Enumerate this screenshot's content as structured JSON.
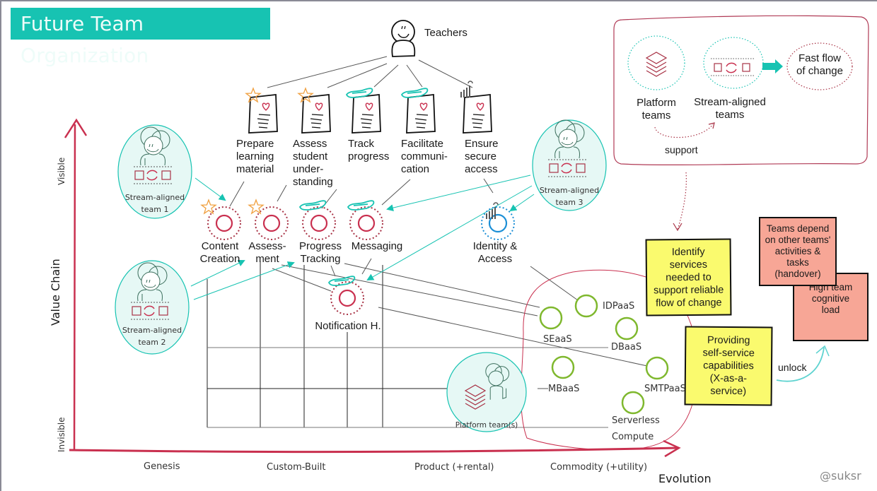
{
  "title": "Future Team Organization",
  "user": {
    "label": "Teachers",
    "icon": "person-icon"
  },
  "needs": [
    {
      "label": "Prepare learning material",
      "lines": [
        "Prepare",
        "learning",
        "material"
      ],
      "icon": "star-icon"
    },
    {
      "label": "Assess student understanding",
      "lines": [
        "Assess",
        "student",
        "under-",
        "standing"
      ],
      "icon": "star-icon"
    },
    {
      "label": "Track progress",
      "lines": [
        "Track",
        "progress"
      ],
      "icon": "hand-icon"
    },
    {
      "label": "Facilitate communication",
      "lines": [
        "Facilitate",
        "communi-",
        "cation"
      ],
      "icon": "hand-icon"
    },
    {
      "label": "Ensure secure access",
      "lines": [
        "Ensure",
        "secure",
        "access"
      ],
      "icon": "wrench-icon"
    }
  ],
  "components": [
    {
      "lines": [
        "Content",
        "Creation"
      ]
    },
    {
      "lines": [
        "Assess-",
        "ment"
      ]
    },
    {
      "lines": [
        "Progress",
        "Tracking"
      ]
    },
    {
      "lines": [
        "Messaging"
      ]
    },
    {
      "lines": [
        "Identity &",
        "Access"
      ]
    },
    {
      "lines": [
        "Notification H."
      ]
    }
  ],
  "teams": {
    "stream1": [
      "Stream-aligned",
      "team 1"
    ],
    "stream2": [
      "Stream-aligned",
      "team 2"
    ],
    "stream3": [
      "Stream-aligned",
      "team 3"
    ],
    "platform": "Platform team(s)"
  },
  "services": [
    "IDPaaS",
    "SEaaS",
    "DBaaS",
    "MBaaS",
    "SMTPaaS",
    "Serverless",
    "Compute"
  ],
  "legend": {
    "platform": [
      "Platform",
      "teams"
    ],
    "stream": [
      "Stream-aligned",
      "teams"
    ],
    "fast": [
      "Fast flow",
      "of change"
    ],
    "support": "support"
  },
  "stickies": {
    "identify": [
      "Identify",
      "services",
      "needed to",
      "support reliable",
      "flow of change"
    ],
    "providing": [
      "Providing",
      "self-service",
      "capabilities",
      "(X-as-a-",
      "service)"
    ],
    "depend": [
      "Teams depend",
      "on other teams'",
      "activities &",
      "tasks",
      "(handover)"
    ],
    "cognitive": [
      "High team",
      "cognitive",
      "load"
    ],
    "unlock": "unlock"
  },
  "axes": {
    "y_title": "Value Chain",
    "y_top": "Visible",
    "y_bottom": "Invisible",
    "x_title": "Evolution",
    "x_stages": [
      "Genesis",
      "Custom-Built",
      "Product (+rental)",
      "Commodity (+utility)"
    ]
  },
  "credit": "@suksr",
  "colors": {
    "teal": "#17c3b2",
    "crimson": "#c9304f",
    "green": "#7fb82e",
    "blue": "#1c8fd6",
    "yellow": "#fafa6e",
    "salmon": "#f7a696",
    "orange": "#f0a040"
  }
}
